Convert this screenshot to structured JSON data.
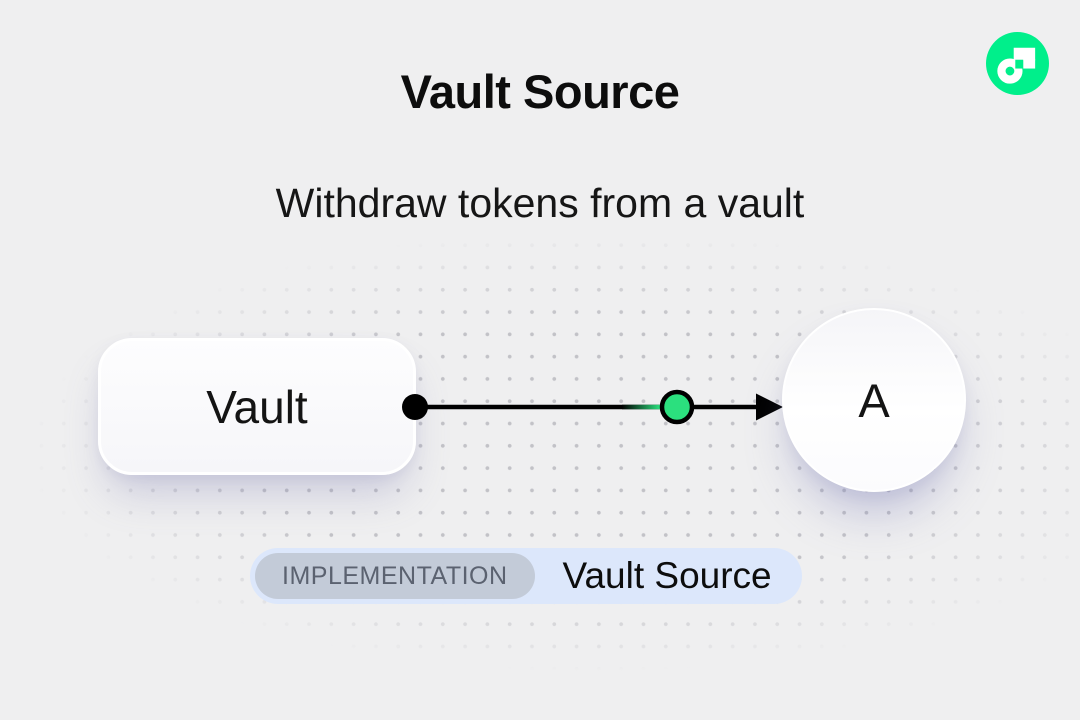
{
  "header": {
    "title": "Vault Source",
    "subtitle": "Withdraw tokens from a vault"
  },
  "icons": {
    "brand_logo": "flow-logo-icon"
  },
  "diagram": {
    "nodes": [
      {
        "label": "Vault"
      },
      {
        "label": "A"
      }
    ],
    "connector": {
      "direction": "left-to-right",
      "token_marker_color": "#2BE07E"
    }
  },
  "badge": {
    "tag": "IMPLEMENTATION",
    "label": "Vault Source"
  },
  "colors": {
    "canvas_bg": "#EFEFF0",
    "accent_green": "#00EF8B",
    "dot_green": "#2BE07E",
    "badge_bg": "#DCE7FB",
    "tag_bg": "#C3CBD8",
    "tag_text": "#5B6270",
    "dot_grid": "#C2C2C7"
  }
}
